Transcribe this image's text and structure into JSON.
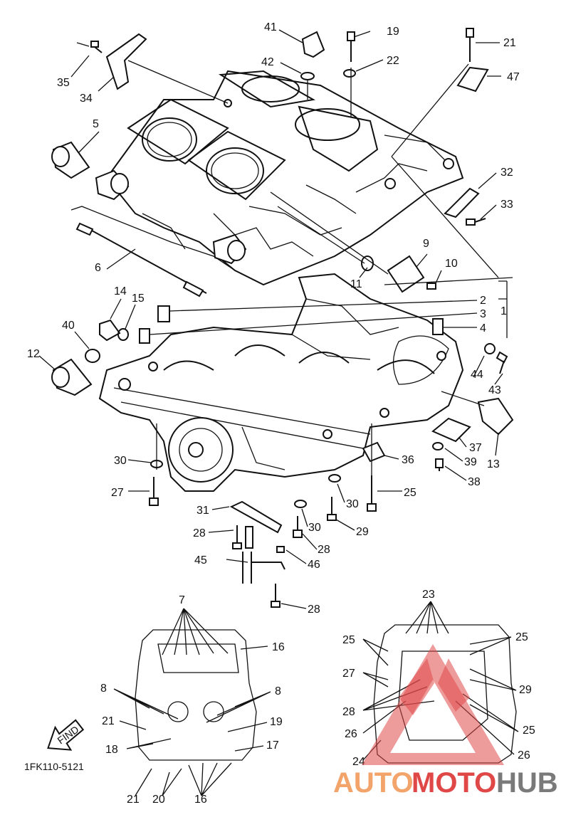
{
  "callouts": {
    "c1": "1",
    "c2": "2",
    "c3": "3",
    "c4": "4",
    "c5": "5",
    "c6": "6",
    "c7": "7",
    "c8a": "8",
    "c8b": "8",
    "c9": "9",
    "c10": "10",
    "c11": "11",
    "c12": "12",
    "c13": "13",
    "c14": "14",
    "c15": "15",
    "c16a": "16",
    "c16b": "16",
    "c17": "17",
    "c18": "18",
    "c19a": "19",
    "c19b": "19",
    "c20": "20",
    "c21a": "21",
    "c21b": "21",
    "c21c": "21",
    "c22": "22",
    "c23": "23",
    "c24": "24",
    "c25a": "25",
    "c25b": "25",
    "c25c": "25",
    "c25d": "25",
    "c26a": "26",
    "c26b": "26",
    "c27a": "27",
    "c27b": "27",
    "c28a": "28",
    "c28b": "28",
    "c28c": "28",
    "c28d": "28",
    "c29a": "29",
    "c29b": "29",
    "c30a": "30",
    "c30b": "30",
    "c30c": "30",
    "c31": "31",
    "c32": "32",
    "c33": "33",
    "c34": "34",
    "c35": "35",
    "c36": "36",
    "c37": "37",
    "c38": "38",
    "c39": "39",
    "c40": "40",
    "c41": "41",
    "c42": "42",
    "c43": "43",
    "c44": "44",
    "c45": "45",
    "c46": "46",
    "c47": "47"
  },
  "find_label": "FIND",
  "ref_code": "1FK110-5121",
  "watermark": {
    "part1": "AUTO",
    "part2": "MOTO",
    "part3": "HUB",
    "color_orange": "#f2a46b",
    "color_red": "#e04848",
    "color_gray": "#7a7a7a"
  }
}
